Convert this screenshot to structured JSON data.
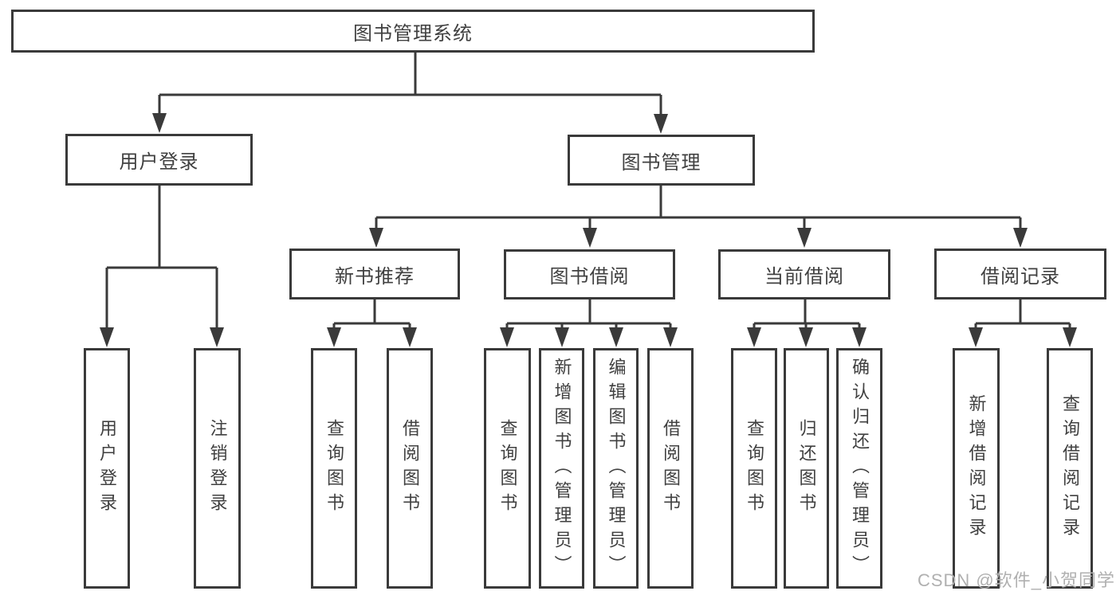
{
  "tree": {
    "root": "图书管理系统",
    "branches": [
      {
        "label": "用户登录",
        "leaves": [
          "用户登录",
          "注销登录"
        ]
      },
      {
        "label": "图书管理",
        "groups": [
          {
            "label": "新书推荐",
            "leaves": [
              "查询图书",
              "借阅图书"
            ]
          },
          {
            "label": "图书借阅",
            "leaves": [
              "查询图书",
              "新增图书（管理员）",
              "编辑图书（管理员）",
              "借阅图书"
            ]
          },
          {
            "label": "当前借阅",
            "leaves": [
              "查询图书",
              "归还图书",
              "确认归还（管理员）"
            ]
          },
          {
            "label": "借阅记录",
            "leaves": [
              "新增借阅记录",
              "查询借阅记录"
            ]
          }
        ]
      }
    ]
  },
  "watermark": "CSDN @软件_小贺同学",
  "colors": {
    "line": "#3a3a3a",
    "text": "#404040",
    "watermark": "#b0b0b0",
    "background": "#ffffff"
  }
}
